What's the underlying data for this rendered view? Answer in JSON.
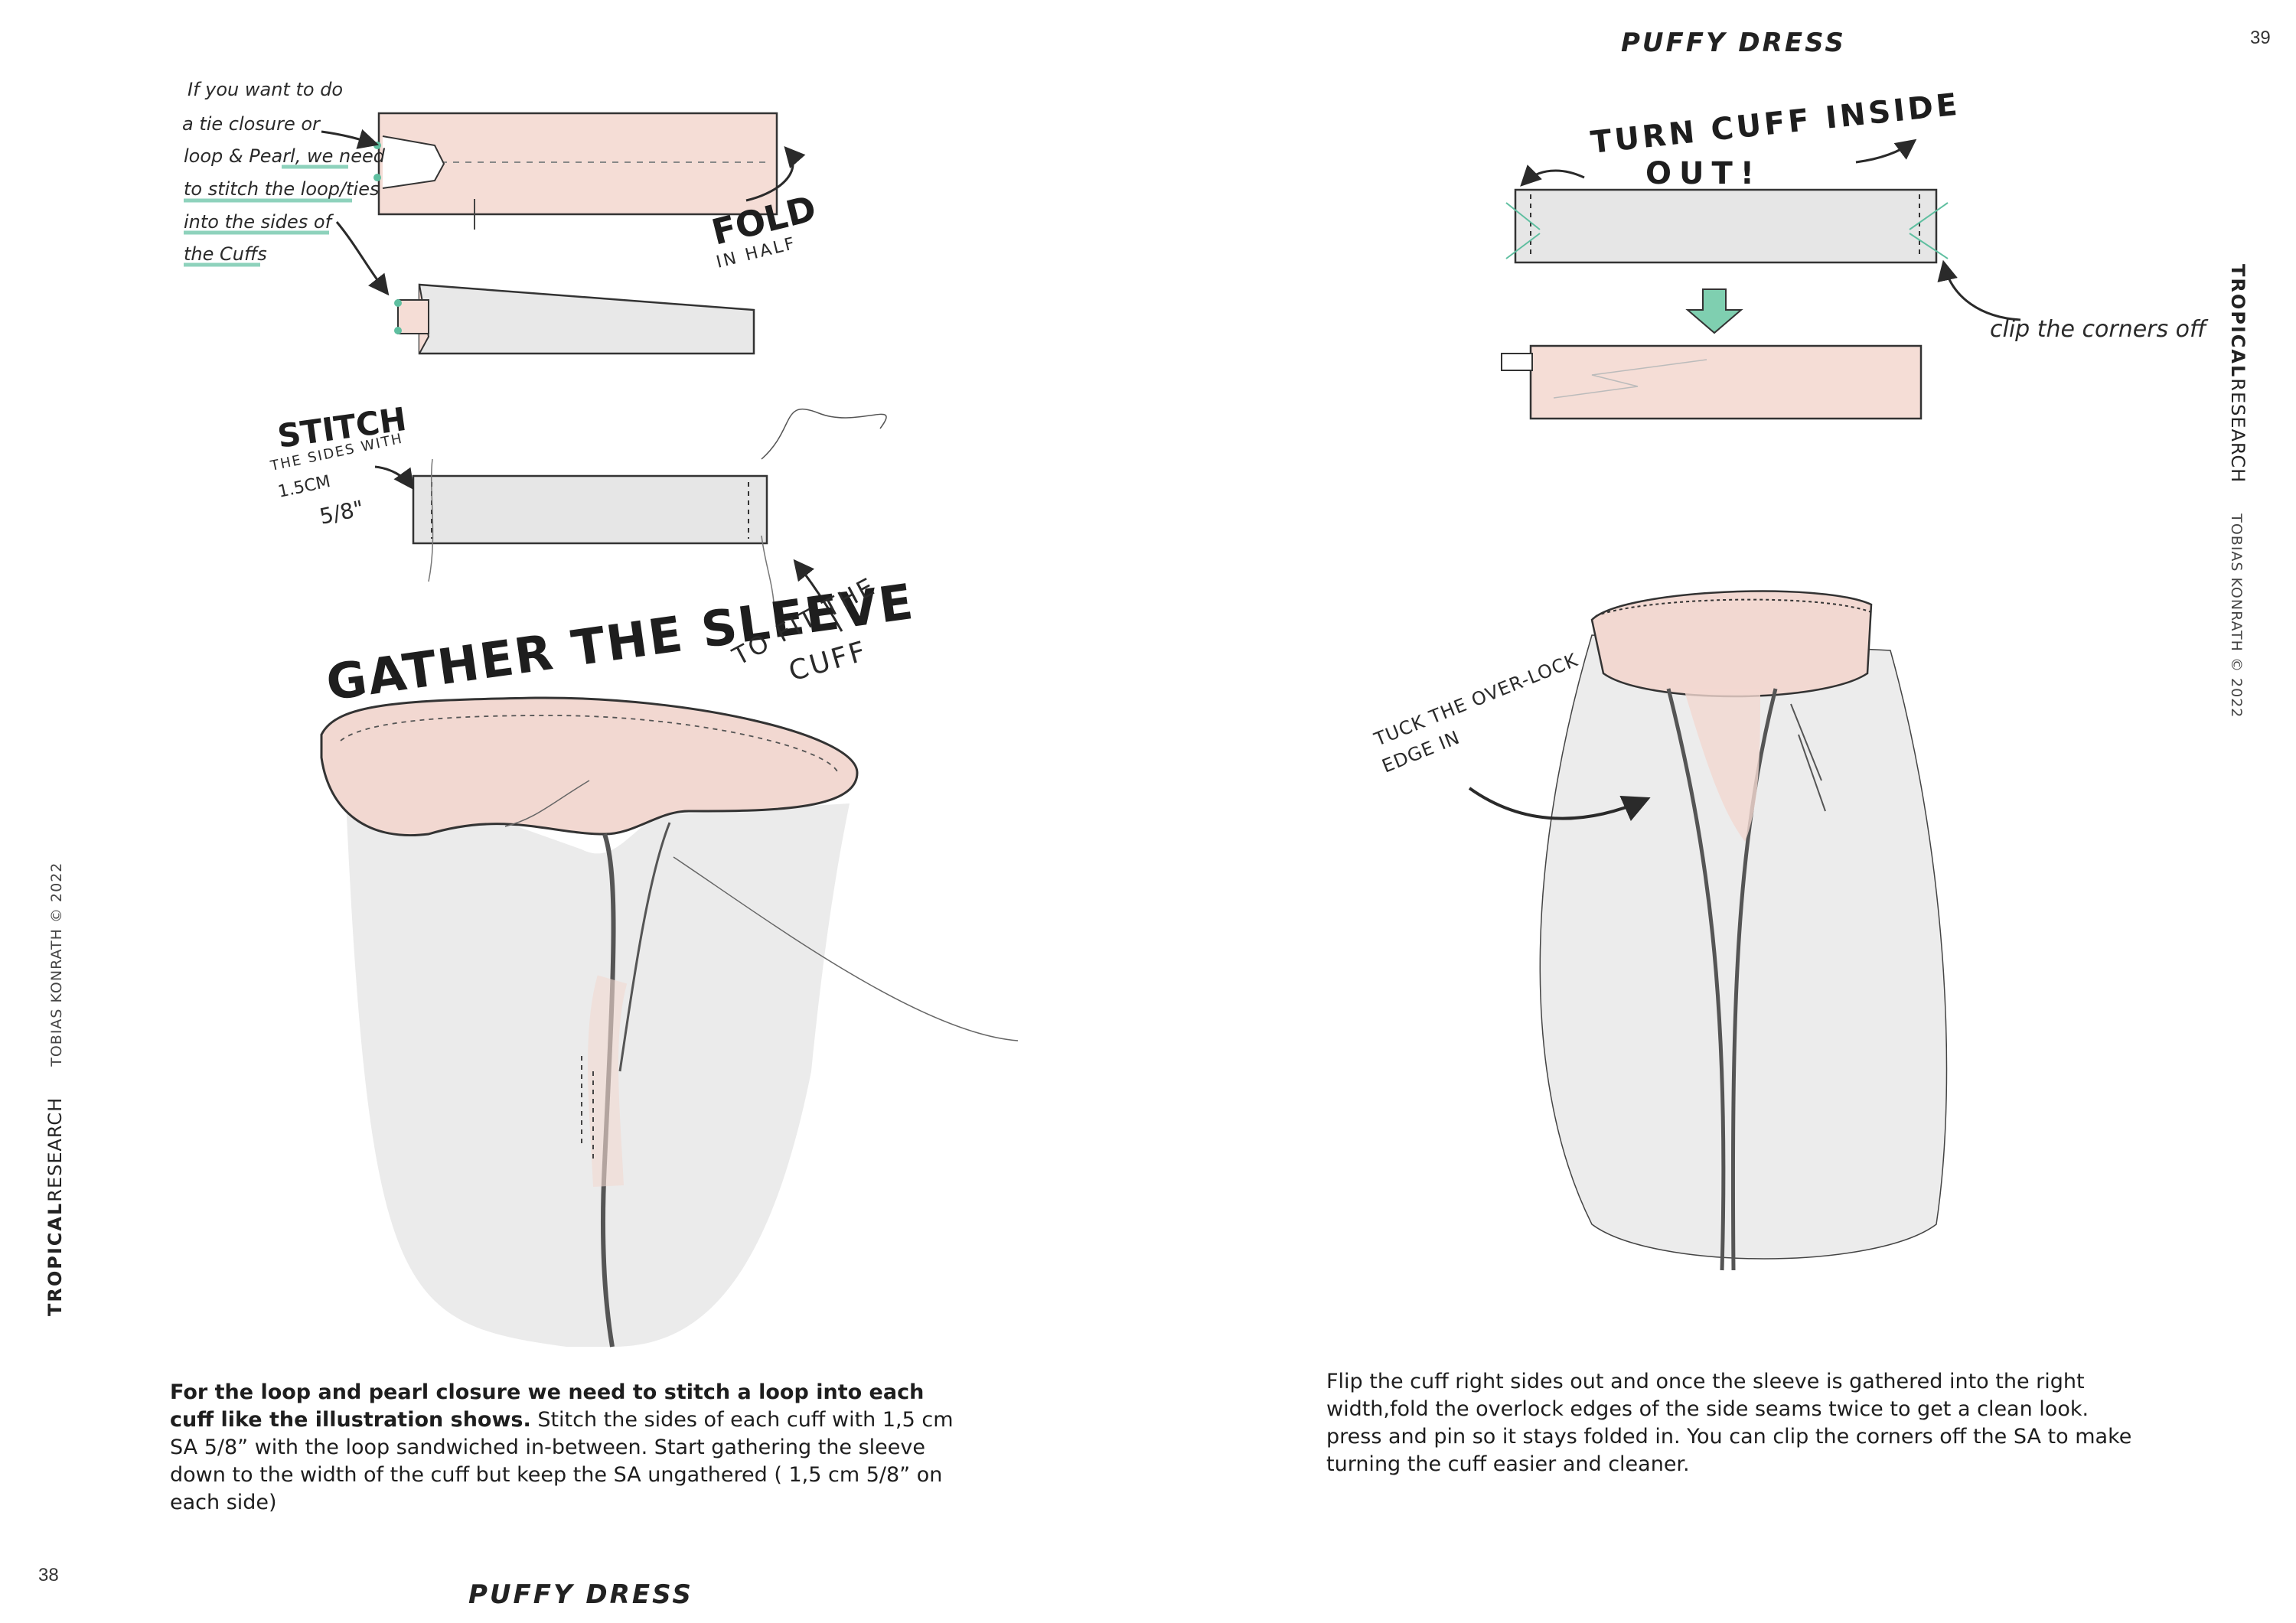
{
  "left_page": {
    "running_title": "PUFFY DRESS",
    "page_number": "38",
    "brand": {
      "bold": "TROPICAL",
      "regular": "RESEARCH",
      "credit": "TOBIAS KONRATH © 2022"
    },
    "paragraph_bold": "For the loop and pearl closure we need to stitch a loop into each cuff like the illustration shows.",
    "paragraph_rest": " Stitch the sides of each cuff with 1,5 cm SA 5/8” with the loop sandwiched in-between. Start gathering the sleeve down to the width of the cuff but keep the SA ungathered ( 1,5 cm 5/8” on each side)",
    "annotations": {
      "note_lines": [
        "If you want to do",
        "a tie closure or",
        "loop & Pearl, we need",
        "to stitch the loop/ties",
        "into the sides of",
        "the Cuffs"
      ],
      "fold": "FOLD",
      "in_half": "IN HALF",
      "stitch": "STITCH",
      "the_sides_with": "THE SIDES WITH",
      "cm": "1.5CM",
      "inch": "5/8\"",
      "gather": "GATHER THE SLEEVE",
      "to_fit_the": "TO FIT THE",
      "cuff": "CUFF"
    }
  },
  "right_page": {
    "running_title": "PUFFY DRESS",
    "page_number": "39",
    "brand": {
      "bold": "TROPICAL",
      "regular": "RESEARCH",
      "credit": "TOBIAS KONRATH © 2022"
    },
    "paragraph": "Flip the cuff right sides out and once the sleeve is gathered into the right width,fold the overlock edges of the side seams twice to get a clean look. press and pin so it stays folded in. You can clip the corners off the SA to make turning the cuff easier and cleaner.",
    "annotations": {
      "turn_cuff_inside": "TURN CUFF INSIDE",
      "out": "OUT!",
      "clip_corners": "clip the corners off",
      "tuck_line1": "TUCK THE OVER-LOCK",
      "tuck_line2": "EDGE IN"
    }
  },
  "colors": {
    "pink": "#f3d9d3",
    "gray_wash": "#e6e6e6",
    "teal": "#5fbfa0",
    "ink": "#2a2a2a"
  }
}
